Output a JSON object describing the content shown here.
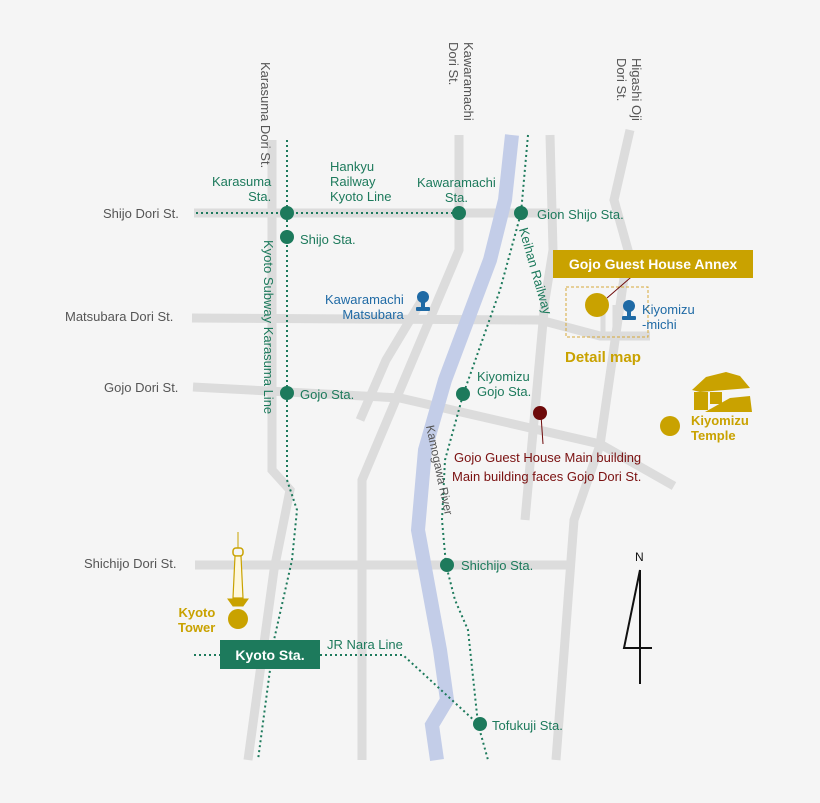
{
  "streets": {
    "karasuma": "Karasuma Dori St.",
    "kawaramachi": "Kawaramachi Dori St.",
    "higashi_oji": "Higashi Oji Dori St.",
    "shijo": "Shijo Dori St.",
    "matsubara": "Matsubara Dori St.",
    "gojo": "Gojo Dori St.",
    "shichijo": "Shichijo Dori St."
  },
  "lines": {
    "hankyu": "Hankyu\nRailway\nKyoto Line",
    "keihan": "Keihan Railway",
    "subway": "Kyoto Subway Karasuma Line",
    "jr_nara": "JR Nara Line",
    "river": "Kamogawa River"
  },
  "stations": {
    "karasuma": "Karasuma\nSta.",
    "kawaramachi": "Kawaramachi\nSta.",
    "gion_shijo": "Gion Shijo Sta.",
    "shijo": "Shijo Sta.",
    "gojo": "Gojo Sta.",
    "kiyomizu_gojo": "Kiyomizu\nGojo Sta.",
    "shichijo": "Shichijo Sta.",
    "tofukuji": "Tofukuji Sta.",
    "kyoto": "Kyoto Sta."
  },
  "bus_stops": {
    "kawaramachi_matsubara": "Kawaramachi\nMatsubara",
    "kiyomizu_michi": "Kiyomizu\n-michi"
  },
  "landmarks": {
    "annex": "Gojo Guest House Annex",
    "detail_map": "Detail map",
    "kiyomizu_temple": "Kiyomizu\nTemple",
    "kyoto_tower": "Kyoto\nTower",
    "main_building": "Gojo Guest House Main building",
    "main_building_note": "Main building faces Gojo Dori St."
  },
  "compass": {
    "label": "N"
  },
  "colors": {
    "background": "#f5f5f5",
    "road": "#dcdcdc",
    "river": "#c3cde8",
    "station": "#1d7a5c",
    "gold": "#c9a200",
    "bus": "#1f6aa5",
    "maroon": "#6e0a0a"
  }
}
